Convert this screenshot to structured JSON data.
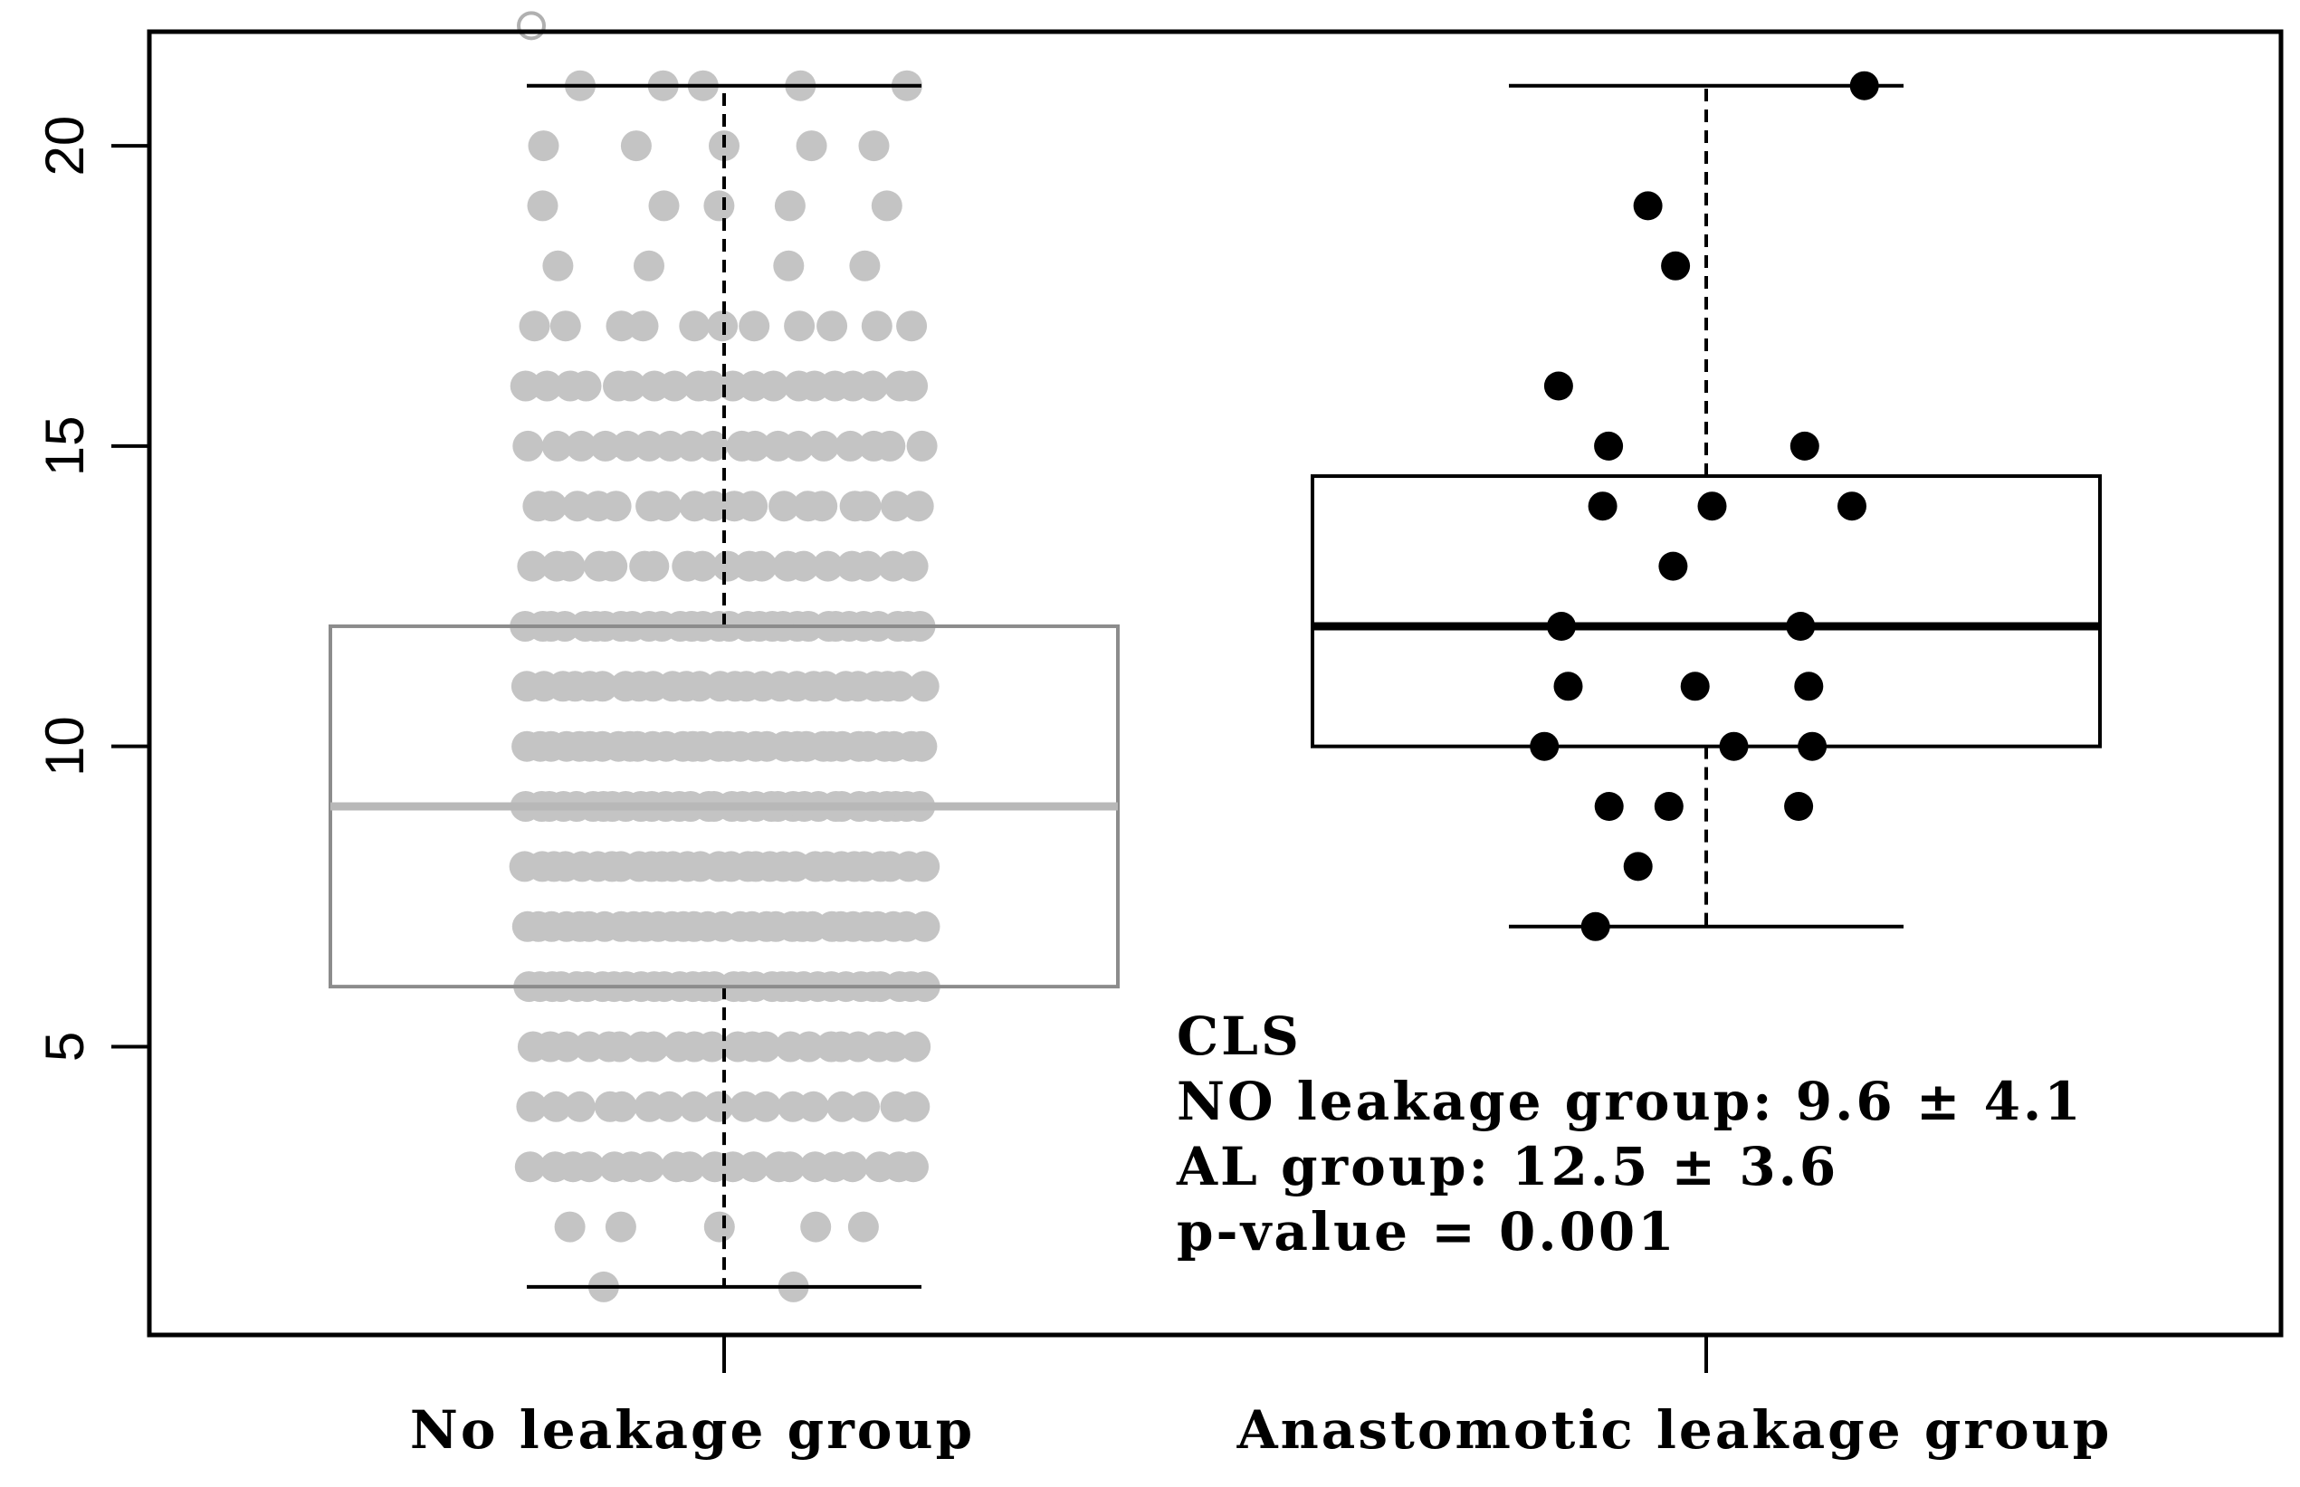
{
  "chart_data": {
    "type": "box",
    "title": "",
    "xlabel": "",
    "ylabel": "",
    "ylim": [
      0.2,
      21.9
    ],
    "yticks": [
      5,
      10,
      15,
      20
    ],
    "ytick_labels": [
      "5",
      "10",
      "15",
      "20"
    ],
    "grid": false,
    "categories": [
      "No leakage group",
      "Anastomotic leakage group"
    ],
    "boxes": [
      {
        "category": "No leakage group",
        "color": "#b0b0b0",
        "point_color": "#c4c4c4",
        "whisker_low": 1,
        "q1": 6,
        "median": 9,
        "q3": 12,
        "whisker_high": 21,
        "outliers": [
          22
        ],
        "points": [
          {
            "y": 21,
            "n": 5
          },
          {
            "y": 20,
            "n": 5
          },
          {
            "y": 19,
            "n": 5
          },
          {
            "y": 18,
            "n": 4
          },
          {
            "y": 17,
            "n": 11
          },
          {
            "y": 16,
            "n": 20
          },
          {
            "y": 15,
            "n": 18
          },
          {
            "y": 14,
            "n": 18
          },
          {
            "y": 13,
            "n": 19
          },
          {
            "y": 12,
            "n": 30
          },
          {
            "y": 11,
            "n": 26
          },
          {
            "y": 10,
            "n": 32
          },
          {
            "y": 9,
            "n": 32
          },
          {
            "y": 8,
            "n": 30
          },
          {
            "y": 7,
            "n": 31
          },
          {
            "y": 6,
            "n": 32
          },
          {
            "y": 5,
            "n": 22
          },
          {
            "y": 4,
            "n": 17
          },
          {
            "y": 3,
            "n": 20
          },
          {
            "y": 2,
            "n": 5
          },
          {
            "y": 1,
            "n": 2
          }
        ]
      },
      {
        "category": "Anastomotic leakage group",
        "color": "#000000",
        "point_color": "#000000",
        "whisker_low": 7,
        "q1": 10,
        "median": 12,
        "q3": 14.5,
        "whisker_high": 21,
        "outliers": [],
        "points": [
          {
            "y": 21,
            "n": 1
          },
          {
            "y": 19,
            "n": 1
          },
          {
            "y": 18,
            "n": 1
          },
          {
            "y": 16,
            "n": 1
          },
          {
            "y": 15,
            "n": 2
          },
          {
            "y": 14,
            "n": 3
          },
          {
            "y": 13,
            "n": 1
          },
          {
            "y": 12,
            "n": 2
          },
          {
            "y": 11,
            "n": 3
          },
          {
            "y": 10,
            "n": 3
          },
          {
            "y": 9,
            "n": 3
          },
          {
            "y": 8,
            "n": 1
          },
          {
            "y": 7,
            "n": 1
          }
        ]
      }
    ],
    "annotation": {
      "lines": [
        "CLS",
        "NO leakage group: 9.6 ± 4.1",
        "AL group: 12.5 ± 3.6",
        "p-value = 0.001"
      ]
    }
  }
}
